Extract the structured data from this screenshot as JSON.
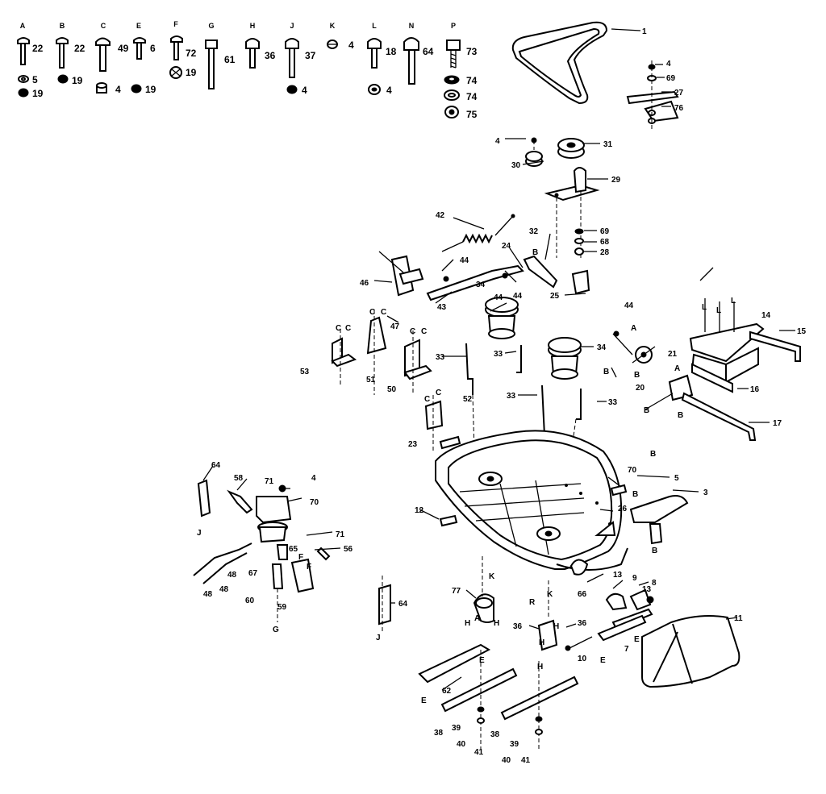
{
  "hardware": [
    {
      "letter": "A",
      "items": [
        "22",
        "5",
        "19"
      ]
    },
    {
      "letter": "B",
      "items": [
        "22",
        "19"
      ]
    },
    {
      "letter": "C",
      "items": [
        "49",
        "4",
        "19"
      ]
    },
    {
      "letter": "E",
      "items": [
        "6"
      ]
    },
    {
      "letter": "F",
      "items": [
        "72",
        "19"
      ]
    },
    {
      "letter": "G",
      "items": [
        "61"
      ]
    },
    {
      "letter": "H",
      "items": [
        "36"
      ]
    },
    {
      "letter": "J",
      "items": [
        "37",
        "4"
      ]
    },
    {
      "letter": "K",
      "items": [
        "4"
      ]
    },
    {
      "letter": "L",
      "items": [
        "18",
        "4"
      ]
    },
    {
      "letter": "N",
      "items": [
        "64"
      ]
    },
    {
      "letter": "P",
      "items": [
        "73",
        "74",
        "74",
        "75"
      ]
    }
  ],
  "callouts": [
    "1",
    "4",
    "69",
    "27",
    "76",
    "31",
    "4",
    "30",
    "29",
    "42",
    "32",
    "69",
    "68",
    "28",
    "24",
    "B",
    "25",
    "44",
    "44",
    "46",
    "47",
    "43",
    "34",
    "44",
    "C",
    "C",
    "C",
    "C",
    "C",
    "C",
    "53",
    "51",
    "50",
    "33",
    "33",
    "34",
    "21",
    "44",
    "A",
    "B",
    "B",
    "14",
    "L",
    "L",
    "L",
    "15",
    "16",
    "33",
    "33",
    "20",
    "A",
    "B",
    "B",
    "17",
    "C",
    "C",
    "52",
    "23",
    "B",
    "70",
    "5",
    "3",
    "12",
    "26",
    "B",
    "B",
    "64",
    "58",
    "71",
    "4",
    "70",
    "71",
    "56",
    "48",
    "48",
    "48",
    "65",
    "67",
    "F",
    "F",
    "60",
    "59",
    "G",
    "J",
    "J",
    "64",
    "77",
    "H",
    "A",
    "H",
    "K",
    "R",
    "K",
    "66",
    "13",
    "9",
    "13",
    "8",
    "11",
    "36",
    "36",
    "10",
    "H",
    "E",
    "E",
    "7",
    "E",
    "62",
    "E",
    "38",
    "39",
    "40",
    "41",
    "38",
    "39",
    "40",
    "41",
    "H",
    "H"
  ]
}
